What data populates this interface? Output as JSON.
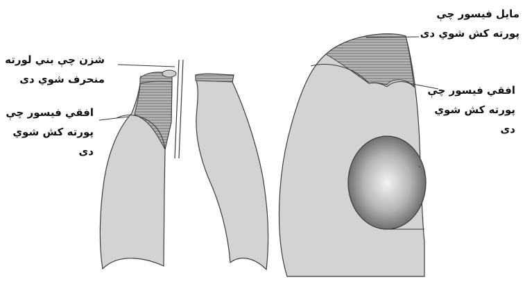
{
  "labels": {
    "left_top": {
      "line1": "شزن چې بني لورته",
      "line2": "منحرف شوي دی"
    },
    "left_mid": {
      "line1": "افقي فیسور چې",
      "line2": "پورته کش شوي",
      "line3": "دی"
    },
    "right_top": {
      "line1": "مایل فیسور چې",
      "line2": "پورته کش شوي دی"
    },
    "right_mid": {
      "line1": "افقي فیسور چې",
      "line2": "پورته کش شوي",
      "line3": "دی"
    }
  },
  "colors": {
    "lung_fill": "#d3d3d3",
    "hatched_region": "#9e9e9e",
    "outline": "#3a3a3a",
    "leader_line": "#333333",
    "mass_center": "#f2f2f2",
    "mass_edge": "#5a5a5a"
  }
}
